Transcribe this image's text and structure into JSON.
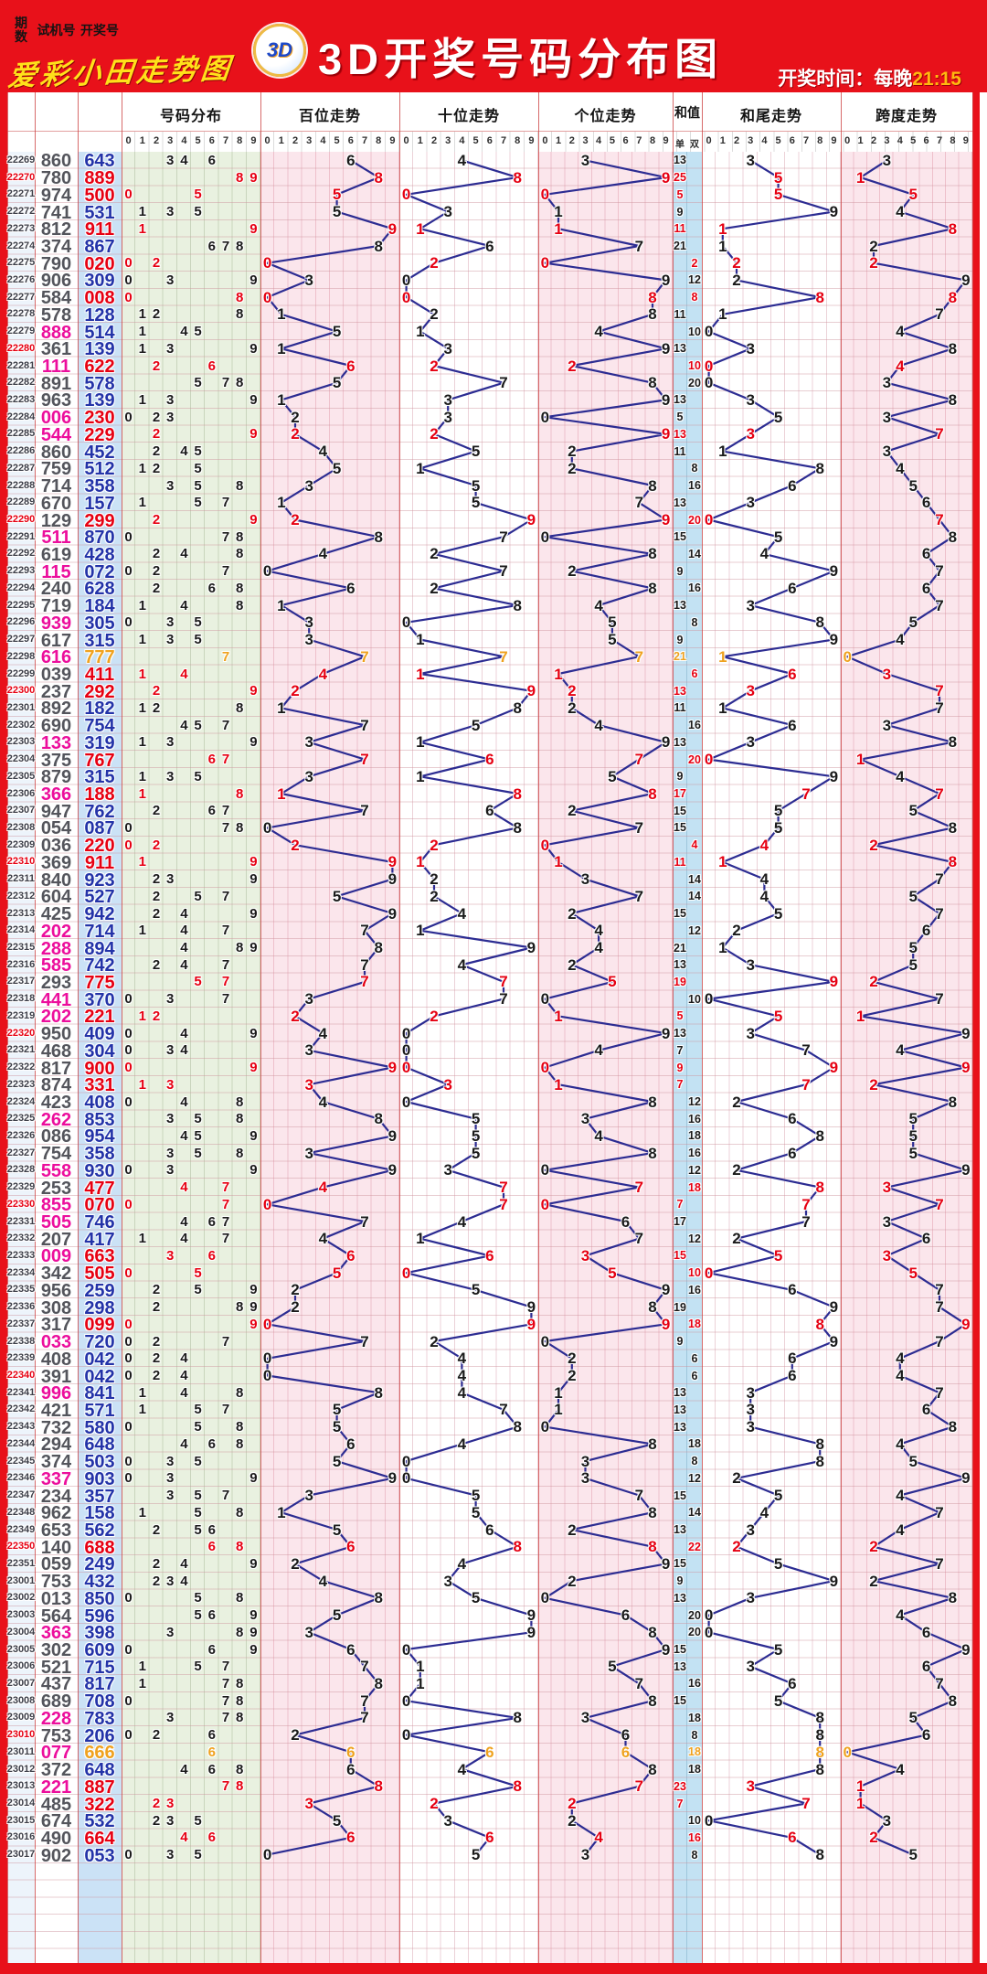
{
  "banner": {
    "site_name": "爱彩小田走势图",
    "logo_text": "3D",
    "title": "3D开奖号码分布图",
    "draw_time_label": "开奖时间：",
    "draw_time_prefix": "每晚",
    "draw_time_value": "21:15"
  },
  "table_header": {
    "period": "期数",
    "test": "试机号",
    "draw": "开奖号",
    "dist": "号码分布",
    "hundreds": "百位走势",
    "tens": "十位走势",
    "units": "个位走势",
    "sum": "和值",
    "sum_odd": "单",
    "sum_even": "双",
    "tail": "和尾走势",
    "span": "跨度走势",
    "cell_digits": [
      "0",
      "1",
      "2",
      "3",
      "4",
      "5",
      "6",
      "7",
      "8",
      "9"
    ]
  },
  "colors": {
    "banner_red": "#e8111a",
    "line_navy": "#2c2c92",
    "digit_black": "#1a1a1a",
    "alert_red": "#e60012",
    "gold": "#efa21f",
    "draw_blue": "#2333a8",
    "test_magenta": "#ec0e9c",
    "test_gray": "#54555c",
    "period_gray": "#3c3e48",
    "period_red": "#e60012"
  },
  "chart_data": {
    "type": "table",
    "title": "3D开奖号码分布图",
    "columns": [
      "期数",
      "试机号",
      "开奖号"
    ],
    "derived_columns": [
      "号码分布",
      "百位走势",
      "十位走势",
      "个位走势",
      "和值(单/双)",
      "和尾走势",
      "跨度走势"
    ],
    "notes": "号码分布/百位/十位/个位/和值/和尾/跨度 are derived from 开奖号 digits; trend digits are plotted at their value position and joined by navy lines",
    "overrides": {
      "22284": {
        "draw_color": "#e60012"
      }
    },
    "rows": [
      [
        "22269",
        "860",
        "643"
      ],
      [
        "22270",
        "780",
        "889"
      ],
      [
        "22271",
        "974",
        "500"
      ],
      [
        "22272",
        "741",
        "531"
      ],
      [
        "22273",
        "812",
        "911"
      ],
      [
        "22274",
        "374",
        "867"
      ],
      [
        "22275",
        "790",
        "020"
      ],
      [
        "22276",
        "906",
        "309"
      ],
      [
        "22277",
        "584",
        "008"
      ],
      [
        "22278",
        "578",
        "128"
      ],
      [
        "22279",
        "888",
        "514"
      ],
      [
        "22280",
        "361",
        "139"
      ],
      [
        "22281",
        "111",
        "622"
      ],
      [
        "22282",
        "891",
        "578"
      ],
      [
        "22283",
        "963",
        "139"
      ],
      [
        "22284",
        "006",
        "230"
      ],
      [
        "22285",
        "544",
        "229"
      ],
      [
        "22286",
        "860",
        "452"
      ],
      [
        "22287",
        "759",
        "512"
      ],
      [
        "22288",
        "714",
        "358"
      ],
      [
        "22289",
        "670",
        "157"
      ],
      [
        "22290",
        "129",
        "299"
      ],
      [
        "22291",
        "511",
        "870"
      ],
      [
        "22292",
        "619",
        "428"
      ],
      [
        "22293",
        "115",
        "072"
      ],
      [
        "22294",
        "240",
        "628"
      ],
      [
        "22295",
        "719",
        "184"
      ],
      [
        "22296",
        "939",
        "305"
      ],
      [
        "22297",
        "617",
        "315"
      ],
      [
        "22298",
        "616",
        "777"
      ],
      [
        "22299",
        "039",
        "411"
      ],
      [
        "22300",
        "237",
        "292"
      ],
      [
        "22301",
        "892",
        "182"
      ],
      [
        "22302",
        "690",
        "754"
      ],
      [
        "22303",
        "133",
        "319"
      ],
      [
        "22304",
        "375",
        "767"
      ],
      [
        "22305",
        "879",
        "315"
      ],
      [
        "22306",
        "366",
        "188"
      ],
      [
        "22307",
        "947",
        "762"
      ],
      [
        "22308",
        "054",
        "087"
      ],
      [
        "22309",
        "036",
        "220"
      ],
      [
        "22310",
        "369",
        "911"
      ],
      [
        "22311",
        "840",
        "923"
      ],
      [
        "22312",
        "604",
        "527"
      ],
      [
        "22313",
        "425",
        "942"
      ],
      [
        "22314",
        "202",
        "714"
      ],
      [
        "22315",
        "288",
        "894"
      ],
      [
        "22316",
        "585",
        "742"
      ],
      [
        "22317",
        "293",
        "775"
      ],
      [
        "22318",
        "441",
        "370"
      ],
      [
        "22319",
        "202",
        "221"
      ],
      [
        "22320",
        "950",
        "409"
      ],
      [
        "22321",
        "468",
        "304"
      ],
      [
        "22322",
        "817",
        "900"
      ],
      [
        "22323",
        "874",
        "331"
      ],
      [
        "22324",
        "423",
        "408"
      ],
      [
        "22325",
        "262",
        "853"
      ],
      [
        "22326",
        "086",
        "954"
      ],
      [
        "22327",
        "754",
        "358"
      ],
      [
        "22328",
        "558",
        "930"
      ],
      [
        "22329",
        "253",
        "477"
      ],
      [
        "22330",
        "855",
        "070"
      ],
      [
        "22331",
        "505",
        "746"
      ],
      [
        "22332",
        "207",
        "417"
      ],
      [
        "22333",
        "009",
        "663"
      ],
      [
        "22334",
        "342",
        "505"
      ],
      [
        "22335",
        "956",
        "259"
      ],
      [
        "22336",
        "308",
        "298"
      ],
      [
        "22337",
        "317",
        "099"
      ],
      [
        "22338",
        "033",
        "720"
      ],
      [
        "22339",
        "408",
        "042"
      ],
      [
        "22340",
        "391",
        "042"
      ],
      [
        "22341",
        "996",
        "841"
      ],
      [
        "22342",
        "421",
        "571"
      ],
      [
        "22343",
        "732",
        "580"
      ],
      [
        "22344",
        "294",
        "648"
      ],
      [
        "22345",
        "374",
        "503"
      ],
      [
        "22346",
        "337",
        "903"
      ],
      [
        "22347",
        "234",
        "357"
      ],
      [
        "22348",
        "962",
        "158"
      ],
      [
        "22349",
        "653",
        "562"
      ],
      [
        "22350",
        "140",
        "688"
      ],
      [
        "22351",
        "059",
        "249"
      ],
      [
        "23001",
        "753",
        "432"
      ],
      [
        "23002",
        "013",
        "850"
      ],
      [
        "23003",
        "564",
        "596"
      ],
      [
        "23004",
        "363",
        "398"
      ],
      [
        "23005",
        "302",
        "609"
      ],
      [
        "23006",
        "521",
        "715"
      ],
      [
        "23007",
        "437",
        "817"
      ],
      [
        "23008",
        "689",
        "708"
      ],
      [
        "23009",
        "228",
        "783"
      ],
      [
        "23010",
        "753",
        "206"
      ],
      [
        "23011",
        "077",
        "666"
      ],
      [
        "23012",
        "372",
        "648"
      ],
      [
        "23013",
        "221",
        "887"
      ],
      [
        "23014",
        "485",
        "322"
      ],
      [
        "23015",
        "674",
        "532"
      ],
      [
        "23016",
        "490",
        "664"
      ],
      [
        "23017",
        "902",
        "053"
      ]
    ]
  }
}
